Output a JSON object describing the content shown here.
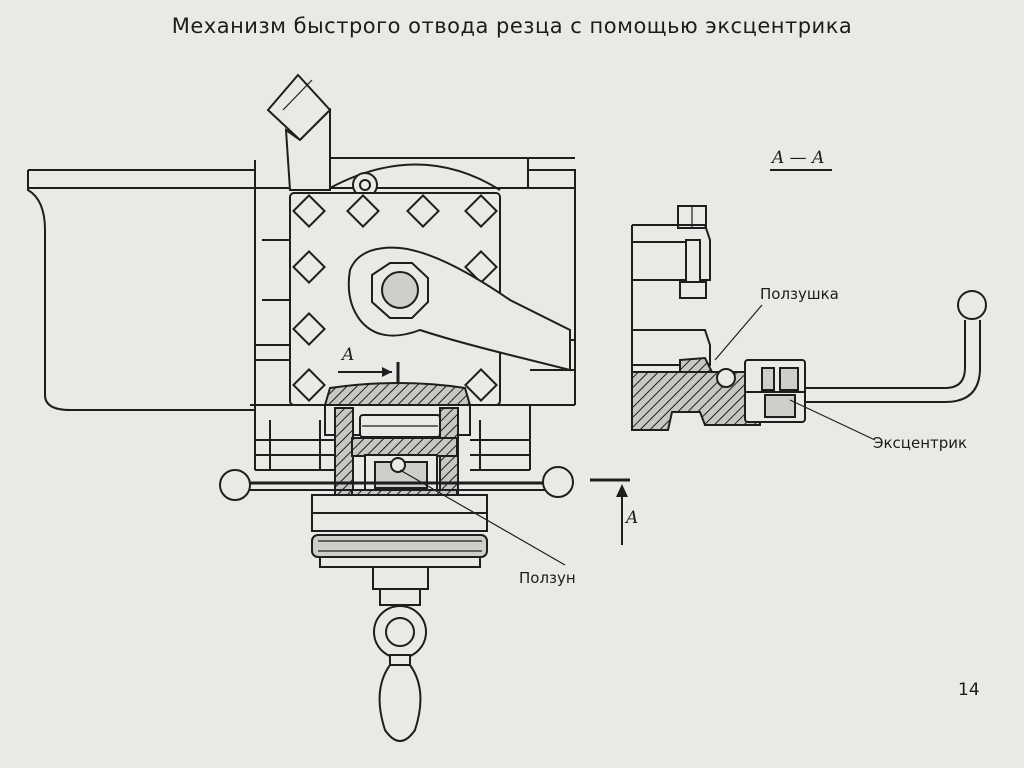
{
  "title": "Механизм быстрого отвода резца с помощью эксцентрика",
  "section": {
    "name": "A — A",
    "cut_mark": "A",
    "arrow_mark": "A"
  },
  "callouts": {
    "slider_top": "Ползушка",
    "eccentric": "Эксцентрик",
    "slider_bottom": "Ползун"
  },
  "page_number": "14"
}
